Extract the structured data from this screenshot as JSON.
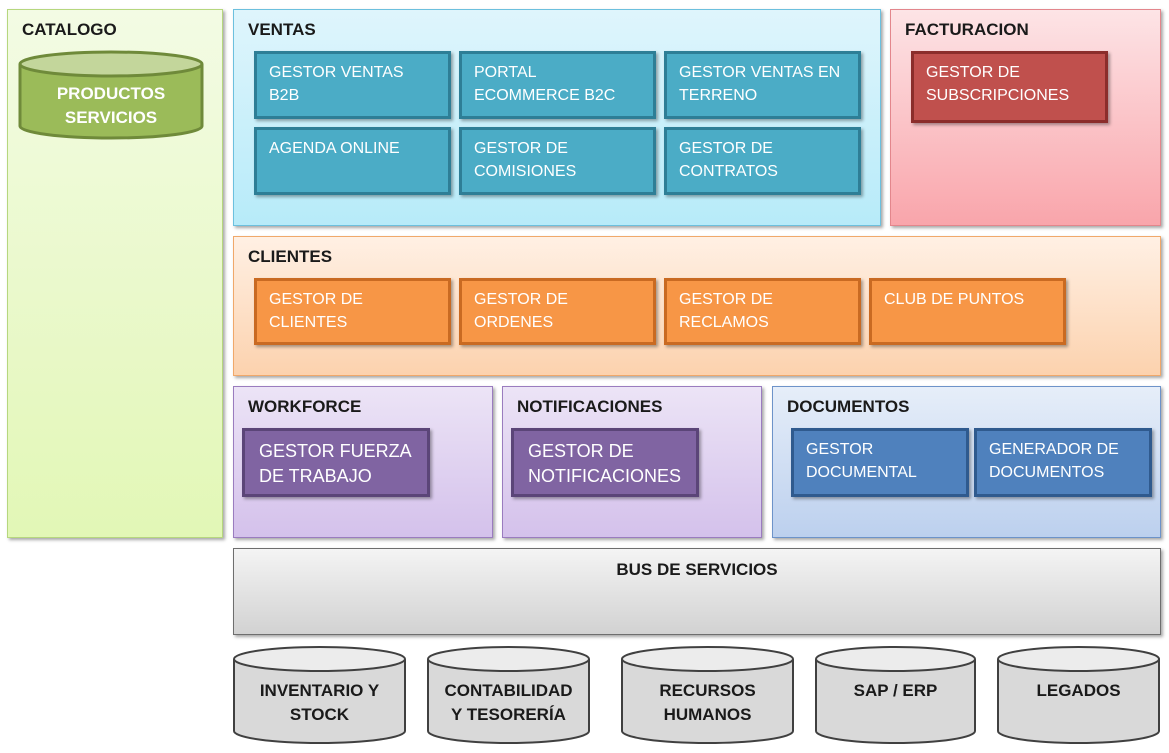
{
  "catalogo": {
    "title": "CATALOGO",
    "db_label": "PRODUCTOS\nSERVICIOS"
  },
  "ventas": {
    "title": "VENTAS",
    "items": [
      "GESTOR VENTAS B2B",
      "PORTAL\nECOMMERCE B2C",
      "GESTOR VENTAS EN\nTERRENO",
      "AGENDA ONLINE",
      "GESTOR DE\nCOMISIONES",
      "GESTOR DE\nCONTRATOS"
    ]
  },
  "facturacion": {
    "title": "FACTURACION",
    "items": [
      "GESTOR DE\nSUBSCRIPCIONES"
    ]
  },
  "clientes": {
    "title": "CLIENTES",
    "items": [
      "GESTOR DE CLIENTES",
      "GESTOR DE\nORDENES",
      "GESTOR  DE\nRECLAMOS",
      "CLUB DE PUNTOS"
    ]
  },
  "workforce": {
    "title": "WORKFORCE",
    "items": [
      "GESTOR FUERZA\nDE TRABAJO"
    ]
  },
  "notificaciones": {
    "title": "NOTIFICACIONES",
    "items": [
      "GESTOR DE\nNOTIFICACIONES"
    ]
  },
  "documentos": {
    "title": "DOCUMENTOS",
    "items": [
      "GESTOR\nDOCUMENTAL",
      "GENERADOR DE\nDOCUMENTOS"
    ]
  },
  "bus": {
    "title": "BUS DE SERVICIOS"
  },
  "backends": [
    "INVENTARIO Y\nSTOCK",
    "CONTABILIDAD\nY TESORERÍA",
    "RECURSOS\nHUMANOS",
    "SAP / ERP",
    "LEGADOS"
  ],
  "colors": {
    "catalogo_db_fill": "#9bbb59",
    "ventas": "#4bacc6",
    "facturacion": "#c0504d",
    "clientes": "#f79646",
    "workforce": "#8064a2",
    "documentos": "#4f81bd",
    "backend_db_fill": "#d9d9d9"
  }
}
